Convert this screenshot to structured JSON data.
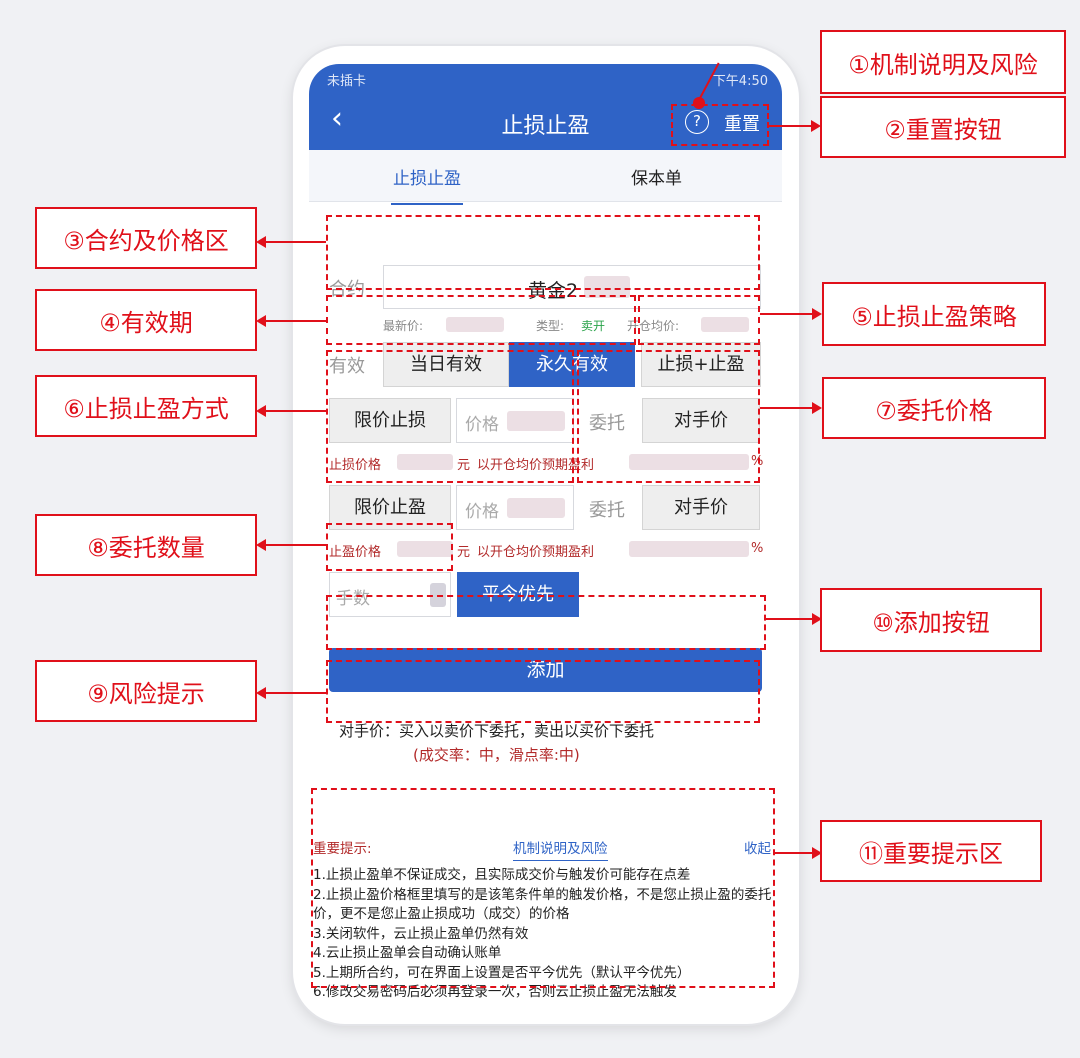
{
  "status_bar": {
    "carrier": "未插卡",
    "time": "下午4:50"
  },
  "nav": {
    "title": "止损止盈",
    "help_icon": "?",
    "reset_label": "重置"
  },
  "tabs": [
    "止损止盈",
    "保本单"
  ],
  "contract": {
    "label": "合约",
    "value": "黄金2",
    "last_price_label": "最新价:",
    "type_label": "类型:",
    "type_value": "卖开",
    "open_avg_label": "开仓均价:"
  },
  "validity": {
    "label": "有效",
    "options": [
      "当日有效",
      "永久有效"
    ],
    "selected": "永久有效"
  },
  "strategy": {
    "label": "止损+止盈"
  },
  "stop_loss": {
    "mode": "限价止损",
    "price_placeholder": "价格",
    "entrust_label": "委托",
    "entrust_value": "对手价",
    "hint_prefix": "止损价格",
    "hint_unit": "元",
    "hint_suffix": "以开仓均价预期盈利",
    "hint_end": "%"
  },
  "take_profit": {
    "mode": "限价止盈",
    "price_placeholder": "价格",
    "entrust_label": "委托",
    "entrust_value": "对手价",
    "hint_prefix": "止盈价格",
    "hint_unit": "元",
    "hint_suffix": "以开仓均价预期盈利",
    "hint_end": "%"
  },
  "quantity": {
    "placeholder": "手数",
    "close_priority": "平今优先"
  },
  "add_button": "添加",
  "risk": {
    "line1": "对手价：买入以卖价下委托，卖出以买价下委托",
    "line2": "(成交率：中，滑点率:中)"
  },
  "notes": {
    "title": "重要提示:",
    "link": "机制说明及风险",
    "collapse": "收起",
    "items": [
      "1.止损止盈单不保证成交，且实际成交价与触发价可能存在点差",
      "2.止损止盈价格框里填写的是该笔条件单的触发价格，不是您止损止盈的委托价，更不是您止盈止损成功（成交）的价格",
      "3.关闭软件，云止损止盈单仍然有效",
      "4.云止损止盈单会自动确认账单",
      "5.上期所合约，可在界面上设置是否平今优先（默认平今优先）",
      "6.修改交易密码后必须再登录一次，否则云止损止盈无法触发"
    ]
  },
  "callouts": [
    "①机制说明及风险",
    "②重置按钮",
    "③合约及价格区",
    "④有效期",
    "⑤止损止盈策略",
    "⑥止损止盈方式",
    "⑦委托价格",
    "⑧委托数量",
    "⑨风险提示",
    "⑩添加按钮",
    "⑪重要提示区"
  ],
  "colors": {
    "primary_blue": "#2f63c6",
    "annotation_red": "#e0101a",
    "sell_green": "#2aa34a"
  }
}
